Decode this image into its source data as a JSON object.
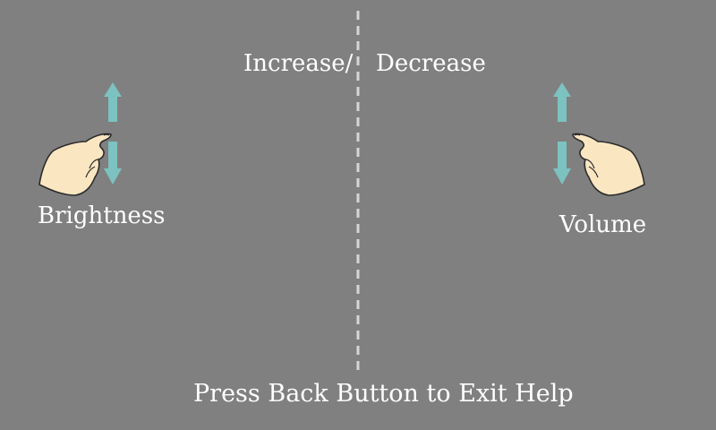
{
  "overlay": {
    "title_left": "Increase/",
    "title_right": "Decrease",
    "left_zone": {
      "label": "Brightness",
      "icon": "swipe-up-down-hand-icon"
    },
    "right_zone": {
      "label": "Volume",
      "icon": "swipe-up-down-hand-icon"
    },
    "footer": "Press Back Button to Exit Help"
  },
  "colors": {
    "background": "#808080",
    "text": "#ffffff",
    "arrow": "#7cc2c0",
    "hand_fill": "#fbe6c2",
    "hand_stroke": "#2b2b2b",
    "divider": "#d6d6d6"
  }
}
